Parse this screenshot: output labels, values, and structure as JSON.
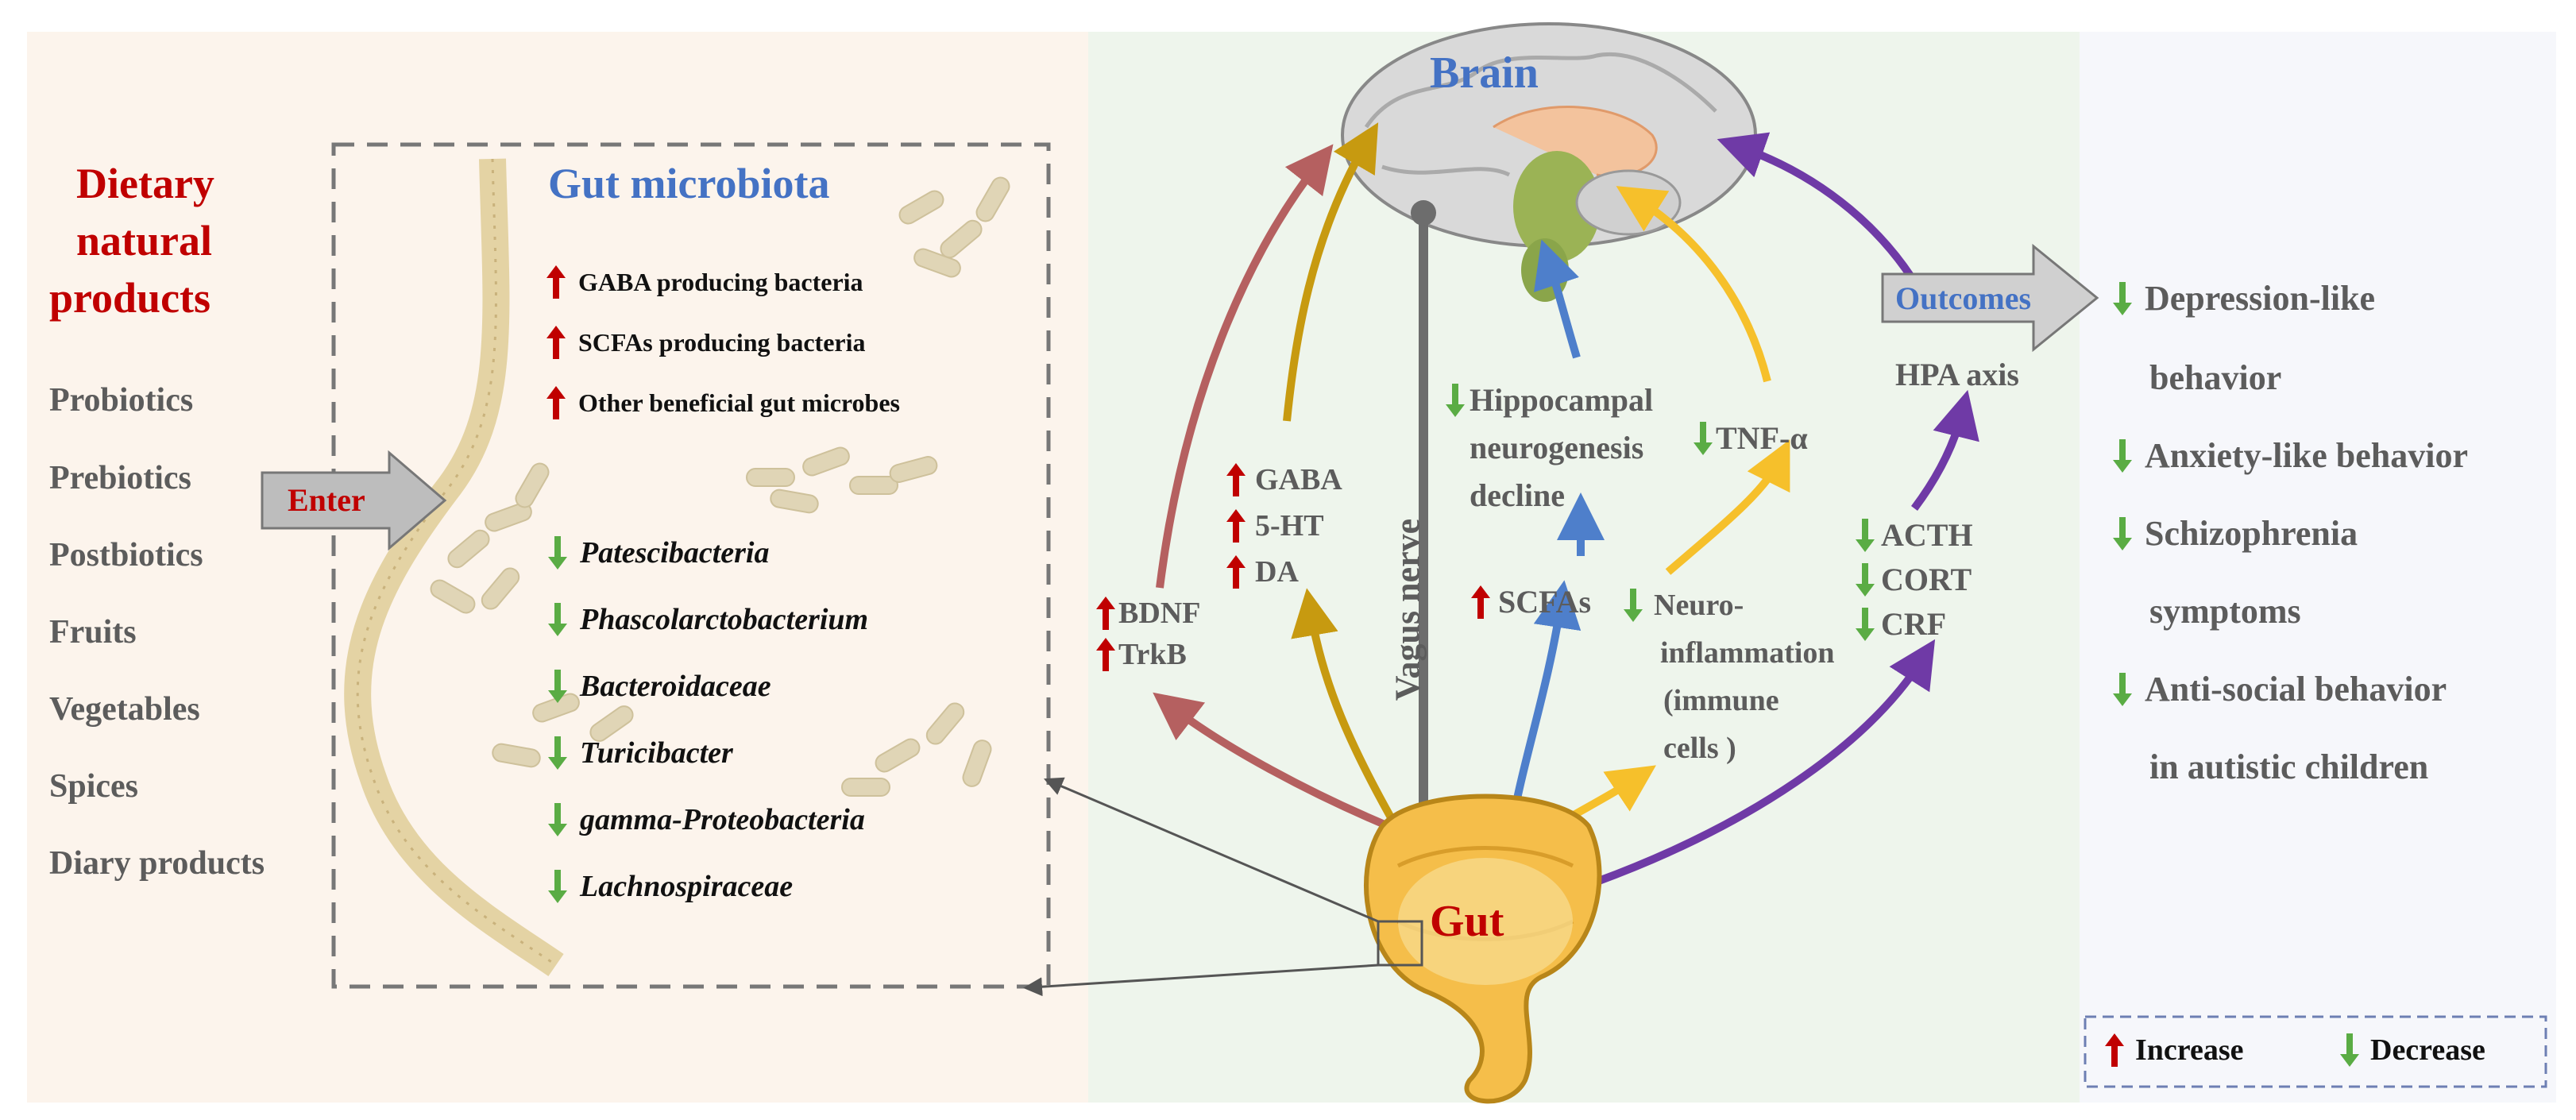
{
  "panels": {
    "left_background": "#fcf4ec",
    "middle_background": "#eef5ec",
    "right_background": "#f6f7fb"
  },
  "colors": {
    "increase": "#c00000",
    "decrease": "#5aac44",
    "brown_arrow": "#b56060",
    "gold_arrow": "#c79a10",
    "grey_arrow": "#6d6d6d",
    "blue_arrow": "#4e7fcb",
    "yellow_arrow": "#f6c02b",
    "purple_arrow": "#6f3aa6"
  },
  "left": {
    "title_lines": [
      "Dietary",
      "natural",
      "products"
    ],
    "items": [
      "Probiotics",
      "Prebiotics",
      "Postbiotics",
      "Fruits",
      "Vegetables",
      "Spices",
      "Diary products"
    ],
    "enter_label": "Enter"
  },
  "microbiota": {
    "title": "Gut microbiota",
    "increased": [
      "GABA producing bacteria",
      "SCFAs producing bacteria",
      "Other beneficial gut microbes"
    ],
    "decreased": [
      "Patescibacteria",
      "Phascolarctobacterium",
      "Bacteroidaceae",
      "Turicibacter",
      "gamma-Proteobacteria",
      "Lachnospiraceae"
    ]
  },
  "axis": {
    "brain": "Brain",
    "gut": "Gut",
    "vagus": "Vagus nerve",
    "bdnf_group": [
      "BDNF",
      "TrkB"
    ],
    "neuro_group": [
      "GABA",
      "5-HT",
      "DA"
    ],
    "hippocampal_lines": [
      "Hippocampal",
      "neurogenesis",
      "decline"
    ],
    "tnf": "TNF-α",
    "scfas": "SCFAs",
    "neuroinflammation_lines": [
      "Neuro-",
      "inflammation",
      "(immune",
      "cells )"
    ],
    "hormones": [
      "ACTH",
      "CORT",
      "CRF"
    ],
    "hpa": "HPA axis"
  },
  "outcomes": {
    "label": "Outcomes",
    "items": [
      {
        "lines": [
          "Depression-like",
          "behavior"
        ]
      },
      {
        "lines": [
          "Anxiety-like behavior"
        ]
      },
      {
        "lines": [
          "Schizophrenia",
          "symptoms"
        ]
      },
      {
        "lines": [
          "Anti-social behavior",
          "in autistic children"
        ]
      }
    ]
  },
  "legend": {
    "increase": "Increase",
    "decrease": "Decrease"
  }
}
